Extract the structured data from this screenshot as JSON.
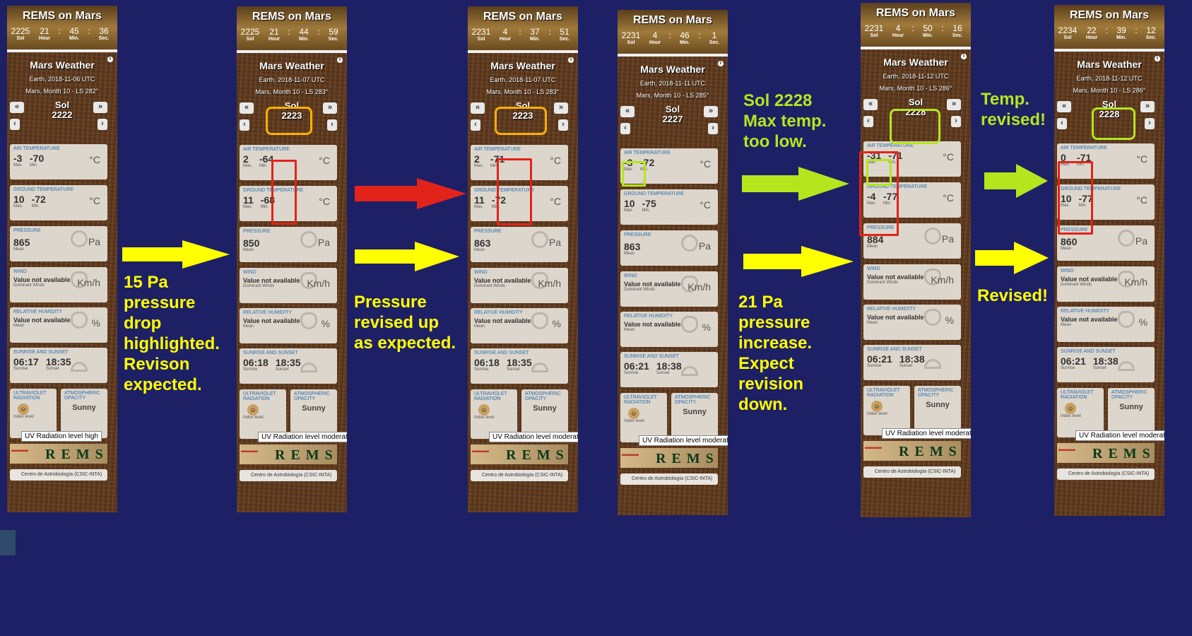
{
  "colors": {
    "background": "#1e2066",
    "yellow": "#ffff00",
    "red": "#e2231a",
    "green": "#b5e61d",
    "orange": "#ffb000"
  },
  "common": {
    "widget_title": "REMS on Mars",
    "clock_labels": [
      "Sol",
      "Hour",
      "Min.",
      "Sec."
    ],
    "mars_weather": "Mars Weather",
    "panels": {
      "air": "AIR TEMPERATURE",
      "ground": "GROUND TEMPERATURE",
      "pressure": "PRESSURE",
      "wind": "WIND",
      "humidity": "RELATIVE HUMIDITY",
      "sun": "SUNRISE AND SUNSET",
      "uv": "ULTRAVIOLET RADIATION",
      "opacity": "ATMOSPHERIC OPACITY"
    },
    "max": "Max.",
    "min": "Min.",
    "mean": "Mean",
    "celsius": "°C",
    "pa": "Pa",
    "kmh": "Km/h",
    "percent": "%",
    "not_available": "Value not available",
    "dominant_winds": "Dominant Winds",
    "sunrise": "Sunrise",
    "sunset": "Sunset",
    "index_level": "Index level",
    "sunny": "Sunny",
    "rems": "REMS",
    "centro": "Centro de Astrobiología (CSIC-INTA)",
    "nav_prev": "«",
    "nav_next": "»",
    "nav_prev_small": "‹",
    "nav_next_small": "›",
    "info": "i"
  },
  "widgets": [
    {
      "clock": [
        "2225",
        "21",
        "45",
        "36"
      ],
      "earth": "Earth, 2018-11-06 UTC",
      "mars": "Mars, Month 10 - LS 282°",
      "sol": "Sol",
      "sol_num": "2222",
      "air_max": "-3",
      "air_min": "-70",
      "ground_max": "10",
      "ground_min": "-72",
      "pressure": "865",
      "sunrise": "06:17",
      "sunset": "18:35",
      "uv_tooltip": "UV Radiation level high"
    },
    {
      "clock": [
        "2225",
        "21",
        "44",
        "59"
      ],
      "earth": "Earth, 2018-11-07 UTC",
      "mars": "Mars, Month 10 - LS 283°",
      "sol": "Sol",
      "sol_num": "2223",
      "air_max": "2",
      "air_min": "-64",
      "ground_max": "11",
      "ground_min": "-68",
      "pressure": "850",
      "sunrise": "06:18",
      "sunset": "18:35",
      "uv_tooltip": "UV Radiation level moderated"
    },
    {
      "clock": [
        "2231",
        "4",
        "37",
        "51"
      ],
      "earth": "Earth, 2018-11-07 UTC",
      "mars": "Mars, Month 10 - LS 283°",
      "sol": "Sol",
      "sol_num": "2223",
      "air_max": "2",
      "air_min": "-71",
      "ground_max": "11",
      "ground_min": "-72",
      "pressure": "863",
      "sunrise": "06:18",
      "sunset": "18:35",
      "uv_tooltip": "UV Radiation level moderated"
    },
    {
      "clock": [
        "2231",
        "4",
        "46",
        "1"
      ],
      "earth": "Earth, 2018-11-11 UTC",
      "mars": "Mars, Month 10 - LS 285°",
      "sol": "Sol",
      "sol_num": "2227",
      "air_max": "-3",
      "air_min": "-72",
      "ground_max": "10",
      "ground_min": "-75",
      "pressure": "863",
      "sunrise": "06:21",
      "sunset": "18:38",
      "uv_tooltip": "UV Radiation level moderated"
    },
    {
      "clock": [
        "2231",
        "4",
        "50",
        "16"
      ],
      "earth": "Earth, 2018-11-12 UTC",
      "mars": "Mars, Month 10 - LS 286°",
      "sol": "Sol",
      "sol_num": "2228",
      "air_max": "-31",
      "air_min": "-71",
      "ground_max": "-4",
      "ground_min": "-77",
      "pressure": "884",
      "sunrise": "06:21",
      "sunset": "18:38",
      "uv_tooltip": "UV Radiation level moderated"
    },
    {
      "clock": [
        "2234",
        "22",
        "39",
        "12"
      ],
      "earth": "Earth, 2018-11-12 UTC",
      "mars": "Mars, Month 10 - LS 286°",
      "sol": "Sol",
      "sol_num": "2228",
      "air_max": "0",
      "air_min": "-71",
      "ground_max": "10",
      "ground_min": "-77",
      "pressure": "860",
      "sunrise": "06:21",
      "sunset": "18:38",
      "uv_tooltip": "UV Radiation level moderated"
    }
  ],
  "annotations": {
    "a1": "15 Pa\npressure\ndrop\nhighlighted.\nRevison\nexpected.",
    "a2": "Pressure\nrevised up\nas expected.",
    "a3": "Sol 2228\nMax temp.\ntoo low.",
    "a4": "21 Pa\npressure\nincrease.\nExpect\nrevision\ndown.",
    "a5": "Temp.\nrevised!",
    "a6": "Revised!"
  }
}
